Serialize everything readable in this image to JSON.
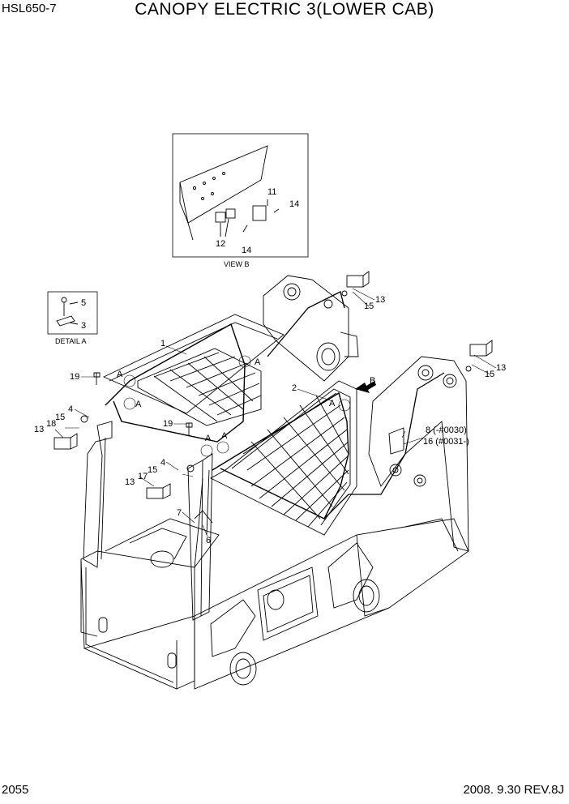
{
  "header": {
    "model": "HSL650-7",
    "title": "CANOPY ELECTRIC 3(LOWER CAB)"
  },
  "footer": {
    "page_number": "2055",
    "revision": "2008. 9.30  REV.8J"
  },
  "view_b": {
    "caption": "VIEW B",
    "callouts": [
      "11",
      "14",
      "12",
      "14"
    ]
  },
  "detail_a": {
    "caption": "DETAIL A",
    "callouts": [
      "5",
      "3"
    ]
  },
  "callouts": {
    "c1": "1",
    "c2": "2",
    "c4a": "4",
    "c4b": "4",
    "c6": "6",
    "c7": "7",
    "c8_16a": "8 (-#0030)",
    "c8_16b": "16 (#0031-)",
    "c13a": "13",
    "c13b": "13",
    "c13c": "13",
    "c13d": "13",
    "c15a": "15",
    "c15b": "15",
    "c15c": "15",
    "c15d": "15",
    "c17": "17",
    "c18": "18",
    "c19a": "19",
    "c19b": "19",
    "ref_a1": "A",
    "ref_a2": "A",
    "ref_a3": "A",
    "ref_a4": "A",
    "ref_a5": "A",
    "ref_a6": "A",
    "ref_b": "B"
  }
}
